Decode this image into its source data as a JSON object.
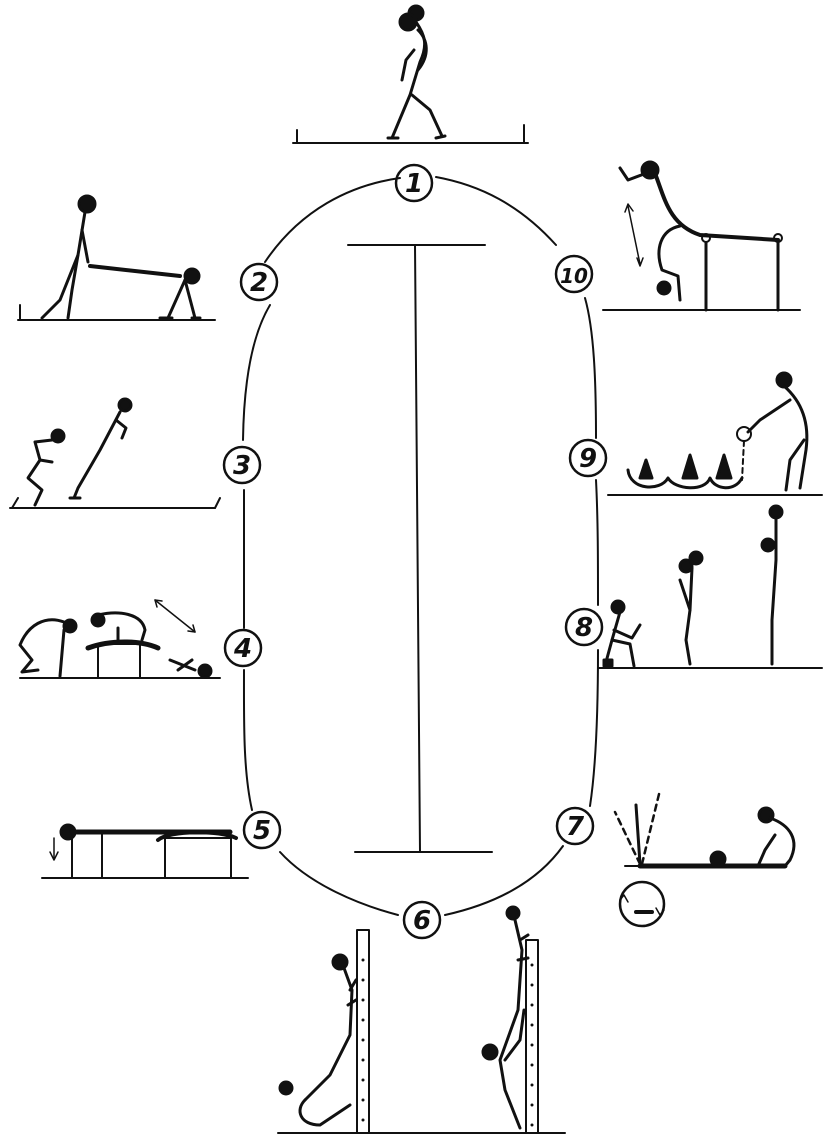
{
  "colors": {
    "ink": "#111111",
    "paper": "#ffffff"
  },
  "stations": [
    {
      "id": "1",
      "label": "1",
      "figure": "standing-ball-hold"
    },
    {
      "id": "2",
      "label": "2",
      "figure": "wheelbarrow-pair"
    },
    {
      "id": "3",
      "label": "3",
      "figure": "squat-jump"
    },
    {
      "id": "4",
      "label": "4",
      "figure": "bench-ball-throw"
    },
    {
      "id": "5",
      "label": "5",
      "figure": "bench-pull"
    },
    {
      "id": "6",
      "label": "6",
      "figure": "wall-bars-climb"
    },
    {
      "id": "7",
      "label": "7",
      "figure": "leg-swing-rotation"
    },
    {
      "id": "8",
      "label": "8",
      "figure": "squat-to-stretch-throw"
    },
    {
      "id": "9",
      "label": "9",
      "figure": "cone-slalom-ball"
    },
    {
      "id": "10",
      "label": "10",
      "figure": "bar-hang-pull"
    }
  ]
}
